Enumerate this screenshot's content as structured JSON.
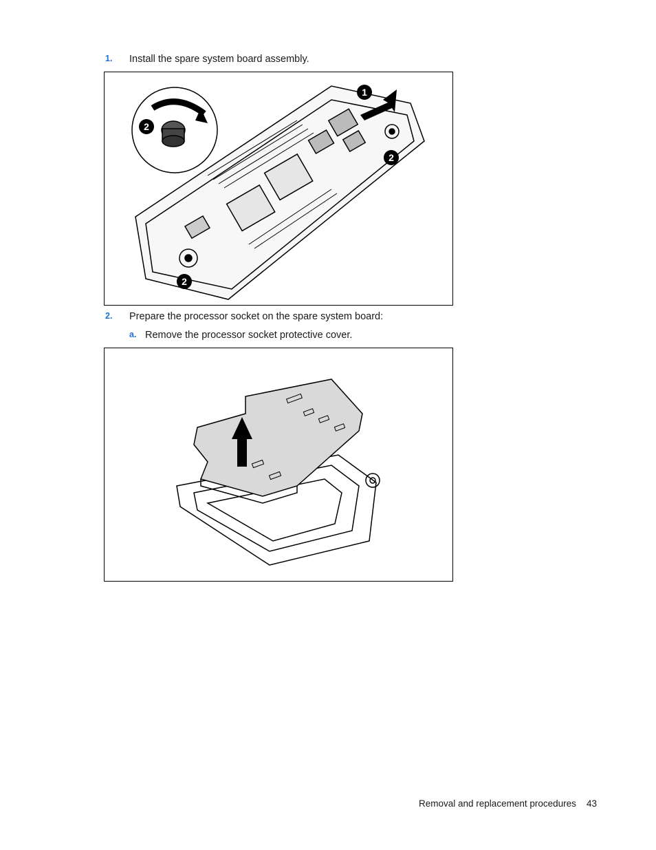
{
  "steps": [
    {
      "number": "1.",
      "text": "Install the spare system board assembly."
    },
    {
      "number": "2.",
      "text": "Prepare the processor socket on the spare system board:"
    }
  ],
  "substeps": [
    {
      "letter": "a.",
      "text": "Remove the processor socket protective cover."
    }
  ],
  "figure1": {
    "callouts": [
      "1",
      "2",
      "2",
      "2"
    ]
  },
  "footer": {
    "section": "Removal and replacement procedures",
    "page": "43"
  }
}
